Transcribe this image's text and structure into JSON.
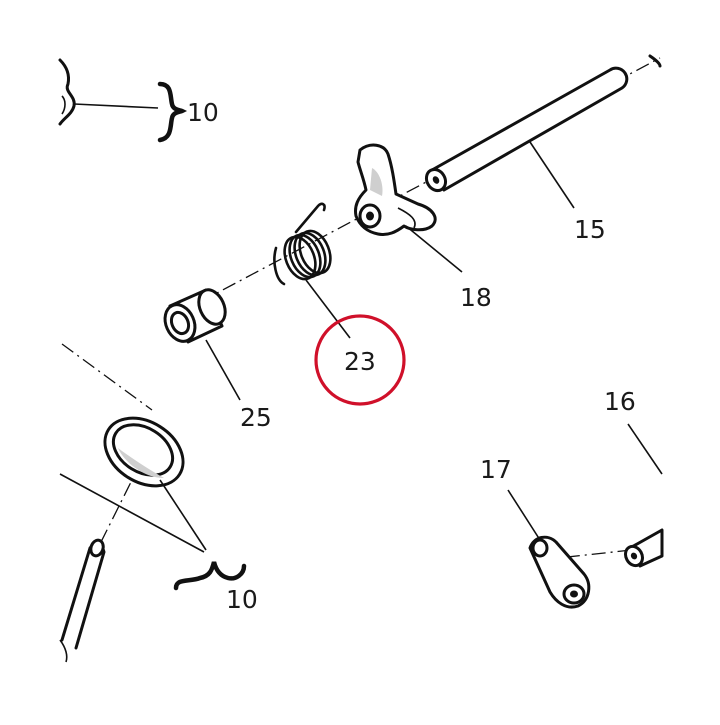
{
  "labels": {
    "group_top": "10",
    "shaft_upper": "15",
    "shaft_lower": "16",
    "arm_lower": "17",
    "fork": "18",
    "spring": "23",
    "collar": "25",
    "group_bottom": "10"
  },
  "highlight": {
    "part": "23",
    "color": "#d0102a"
  }
}
